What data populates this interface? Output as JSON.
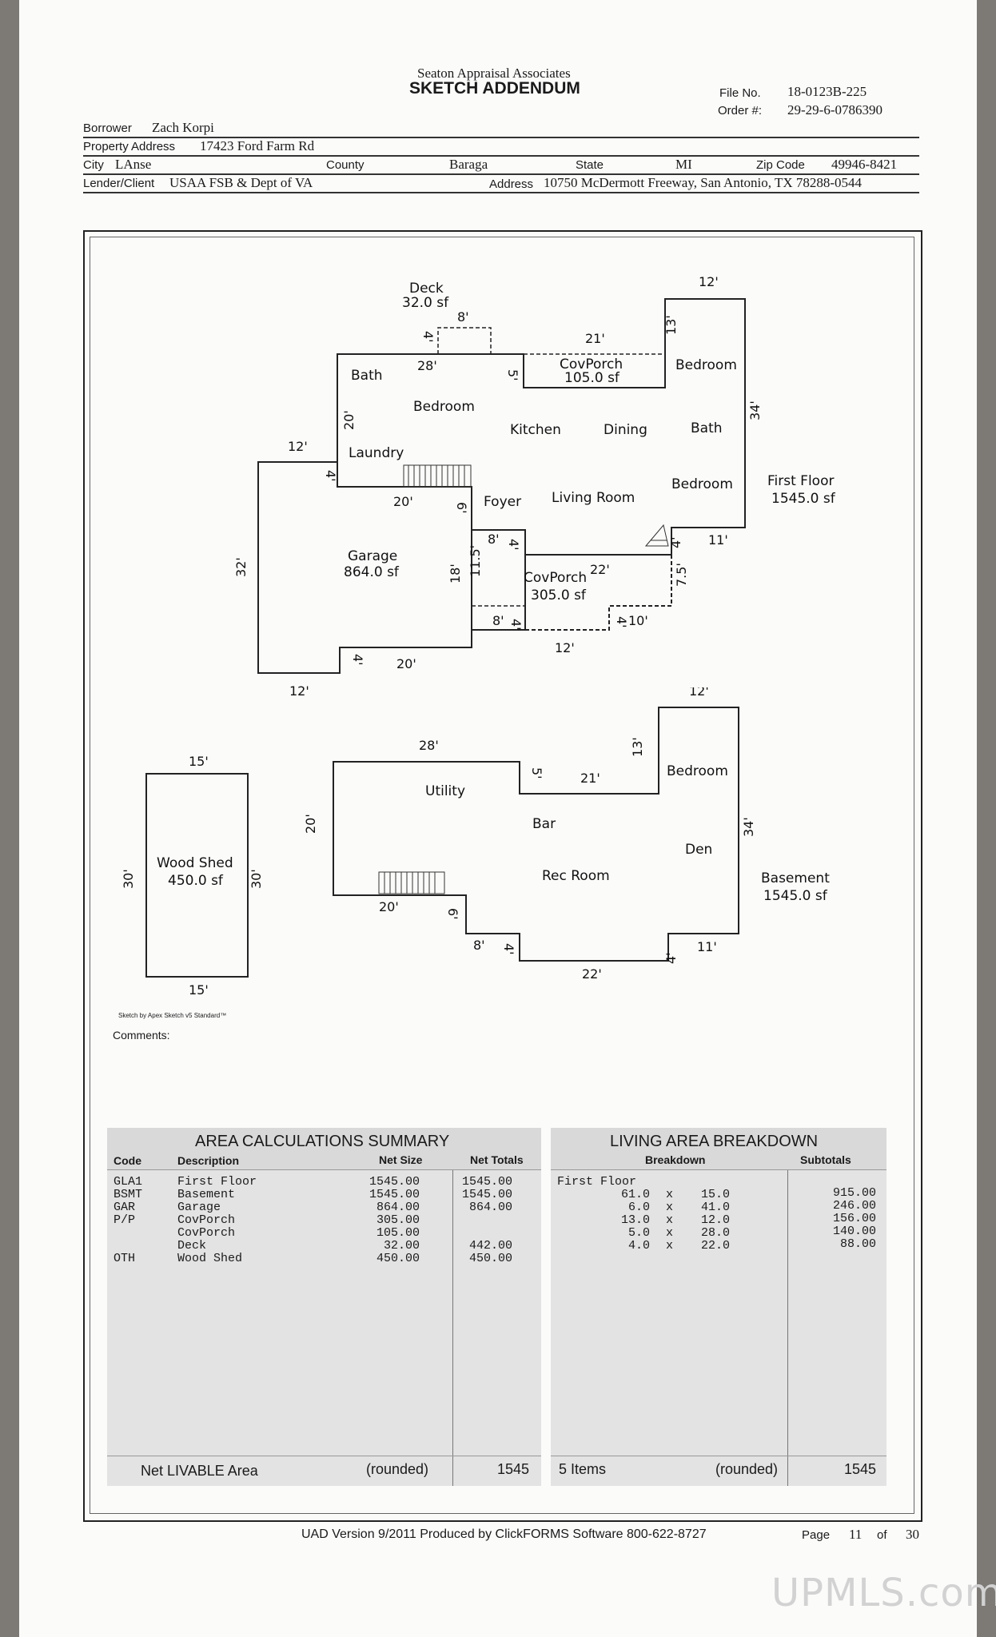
{
  "header": {
    "company": "Seaton Appraisal Associates",
    "title": "SKETCH ADDENDUM",
    "file_no_label": "File No.",
    "file_no": "18-0123B-225",
    "order_label": "Order #:",
    "order_no": "29-29-6-0786390"
  },
  "fields": {
    "borrower_label": "Borrower",
    "borrower": "Zach Korpi",
    "property_label": "Property Address",
    "property": "17423 Ford Farm Rd",
    "city_label": "City",
    "city": "LAnse",
    "county_label": "County",
    "county": "Baraga",
    "state_label": "State",
    "state": "MI",
    "zip_label": "Zip Code",
    "zip": "49946-8421",
    "lender_label": "Lender/Client",
    "lender": "USAA FSB & Dept of VA",
    "address_label": "Address",
    "address": "10750 McDermott Freeway, San Antonio, TX 78288-0544"
  },
  "sketch": {
    "first_floor": {
      "title": "First Floor",
      "area": "1545.0 sf",
      "rooms": {
        "bath1": "Bath",
        "bedroom1": "Bedroom",
        "laundry": "Laundry",
        "kitchen": "Kitchen",
        "dining": "Dining",
        "bath2": "Bath",
        "bedroom2": "Bedroom",
        "bedroom3": "Bedroom",
        "foyer": "Foyer",
        "living": "Living Room"
      },
      "deck": {
        "name": "Deck",
        "area": "32.0 sf"
      },
      "covporch_top": {
        "name": "CovPorch",
        "area": "105.0 sf"
      },
      "covporch_bottom": {
        "name": "CovPorch",
        "area": "305.0 sf"
      },
      "garage": {
        "name": "Garage",
        "area": "864.0 sf"
      },
      "dims": {
        "d12a": "12'",
        "d8a": "8'",
        "d4a": "4'",
        "d28": "28'",
        "d5a": "5'",
        "d21": "21'",
        "d13": "13'",
        "d34": "34'",
        "d20a": "20'",
        "d12b": "12'",
        "d4b": "4'",
        "d20b": "20'",
        "d6": "6'",
        "d8b": "8'",
        "d4c": "4'",
        "d4d": "4'",
        "d11": "11'",
        "d32": "32'",
        "d18": "18'",
        "d115": "11.5'",
        "d22": "22'",
        "d75": "7.5'",
        "d8c": "8'",
        "d4e": "4'",
        "d4f": "4'",
        "d10": "10'",
        "d12c": "12'",
        "d4g": "4'",
        "d20c": "20'",
        "d12d": "12'"
      }
    },
    "basement": {
      "title": "Basement",
      "area": "1545.0 sf",
      "rooms": {
        "utility": "Utility",
        "bar": "Bar",
        "bedroom": "Bedroom",
        "den": "Den",
        "rec": "Rec Room"
      },
      "dims": {
        "d12": "12'",
        "d28": "28'",
        "d13": "13'",
        "d5": "5'",
        "d21": "21'",
        "d20a": "20'",
        "d34": "34'",
        "d20b": "20'",
        "d6": "6'",
        "d8": "8'",
        "d4a": "4'",
        "d11": "11'",
        "d4b": "4'",
        "d22": "22'"
      }
    },
    "wood_shed": {
      "name": "Wood Shed",
      "area": "450.0 sf",
      "d15a": "15'",
      "d30a": "30'",
      "d30b": "30'",
      "d15b": "15'"
    },
    "credit": "Sketch by Apex Sketch v5 Standard™",
    "comments_label": "Comments:"
  },
  "area_summary": {
    "title": "AREA  CALCULATIONS  SUMMARY",
    "col_code": "Code",
    "col_desc": "Description",
    "col_net": "Net Size",
    "col_totals": "Net Totals",
    "rows": [
      {
        "code": "GLA1",
        "desc": "First Floor",
        "net": "1545.00",
        "total": "1545.00"
      },
      {
        "code": "BSMT",
        "desc": "Basement",
        "net": "1545.00",
        "total": "1545.00"
      },
      {
        "code": "GAR",
        "desc": "Garage",
        "net": "864.00",
        "total": "864.00"
      },
      {
        "code": "P/P",
        "desc": "CovPorch",
        "net": "305.00",
        "total": ""
      },
      {
        "code": "",
        "desc": "CovPorch",
        "net": "105.00",
        "total": ""
      },
      {
        "code": "",
        "desc": "Deck",
        "net": "32.00",
        "total": "442.00"
      },
      {
        "code": "OTH",
        "desc": "Wood Shed",
        "net": "450.00",
        "total": "450.00"
      }
    ],
    "footer_label": "Net LIVABLE Area",
    "footer_rounded": "(rounded)",
    "footer_value": "1545"
  },
  "living_breakdown": {
    "title": "LIVING  AREA  BREAKDOWN",
    "col_breakdown": "Breakdown",
    "col_subtotals": "Subtotals",
    "section": "First Floor",
    "rows": [
      {
        "a": "61.0",
        "x": "x",
        "b": "15.0",
        "sub": "915.00"
      },
      {
        "a": "6.0",
        "x": "x",
        "b": "41.0",
        "sub": "246.00"
      },
      {
        "a": "13.0",
        "x": "x",
        "b": "12.0",
        "sub": "156.00"
      },
      {
        "a": "5.0",
        "x": "x",
        "b": "28.0",
        "sub": "140.00"
      },
      {
        "a": "4.0",
        "x": "x",
        "b": "22.0",
        "sub": "88.00"
      }
    ],
    "footer_items": "5 Items",
    "footer_rounded": "(rounded)",
    "footer_value": "1545"
  },
  "footer": {
    "software": "UAD Version 9/2011 Produced by ClickFORMS Software 800-622-8727",
    "page_label": "Page",
    "page": "11",
    "of_label": "of",
    "total": "30"
  },
  "watermark": "UPMLS.com"
}
